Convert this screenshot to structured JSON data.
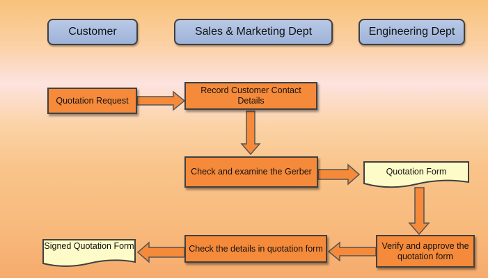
{
  "lanes": {
    "customer": "Customer",
    "sales": "Sales & Marketing Dept",
    "engineering": "Engineering Dept"
  },
  "steps": {
    "quotation_request": "Quotation Request",
    "record_contact": "Record Customer Contact Details",
    "check_gerber": "Check and examine the Gerber",
    "quotation_form": "Quotation Form",
    "verify_approve": "Verify and approve the quotation form",
    "check_details": "Check the details in quotation form",
    "signed_form": "Signed Quotation Form"
  },
  "colors": {
    "process_fill": "#f58a3a",
    "document_fill": "#fdfbc8",
    "arrow_fill": "#f58a3a",
    "lane_fill": "#a9bde0"
  }
}
